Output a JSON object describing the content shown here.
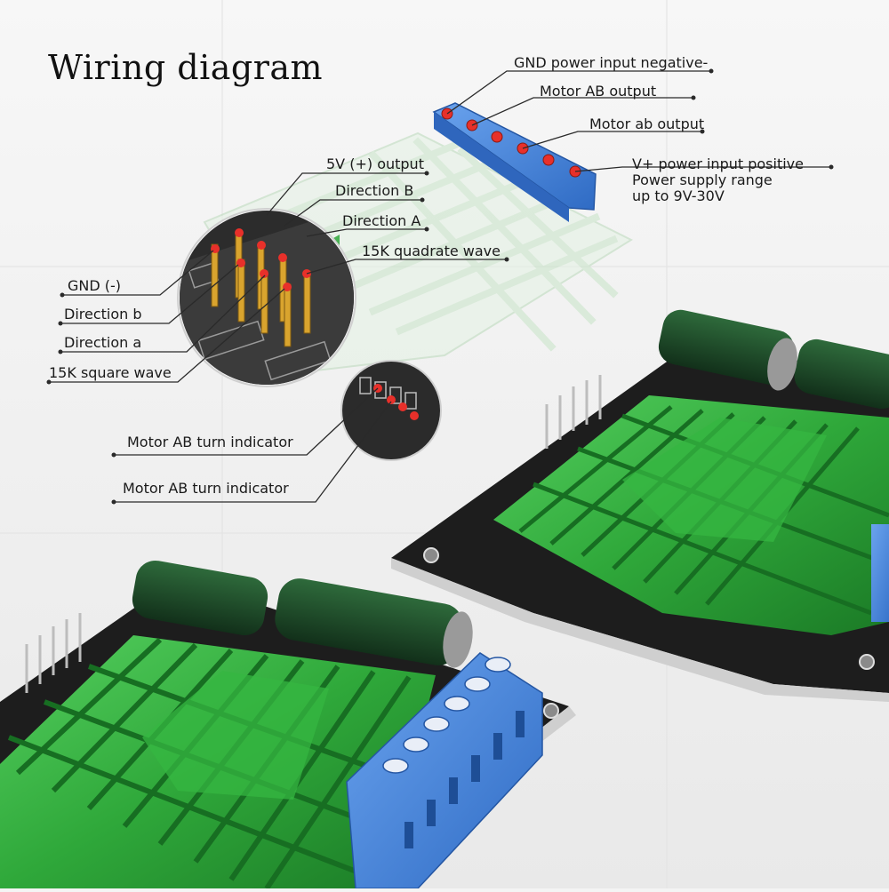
{
  "title": "Wiring diagram",
  "labels": {
    "gnd_power": "GND power input negative-",
    "motor_AB_output": "Motor AB output",
    "motor_ab_output": "Motor ab output",
    "vplus_line1": "V+ power input positive",
    "vplus_line2": "Power supply range",
    "vplus_line3": "up to 9V-30V",
    "out_5v": "5V (+) output",
    "direction_B": "Direction B",
    "direction_A": "Direction A",
    "quadrate_15k": "15K quadrate wave",
    "gnd_minus": "GND (-)",
    "direction_b": "Direction b",
    "direction_a": "Direction a",
    "square_15k": "15K square wave",
    "turn_indicator_1": "Motor AB turn indicator",
    "turn_indicator_2": "Motor AB turn indicator"
  },
  "colors": {
    "heatsink": "#2fa83a",
    "terminal": "#3f7fd6",
    "pcb": "#1d1d1d",
    "capacitor": "#1f4a2a",
    "pin": "#d9a42e",
    "marker": "#e8302a"
  }
}
